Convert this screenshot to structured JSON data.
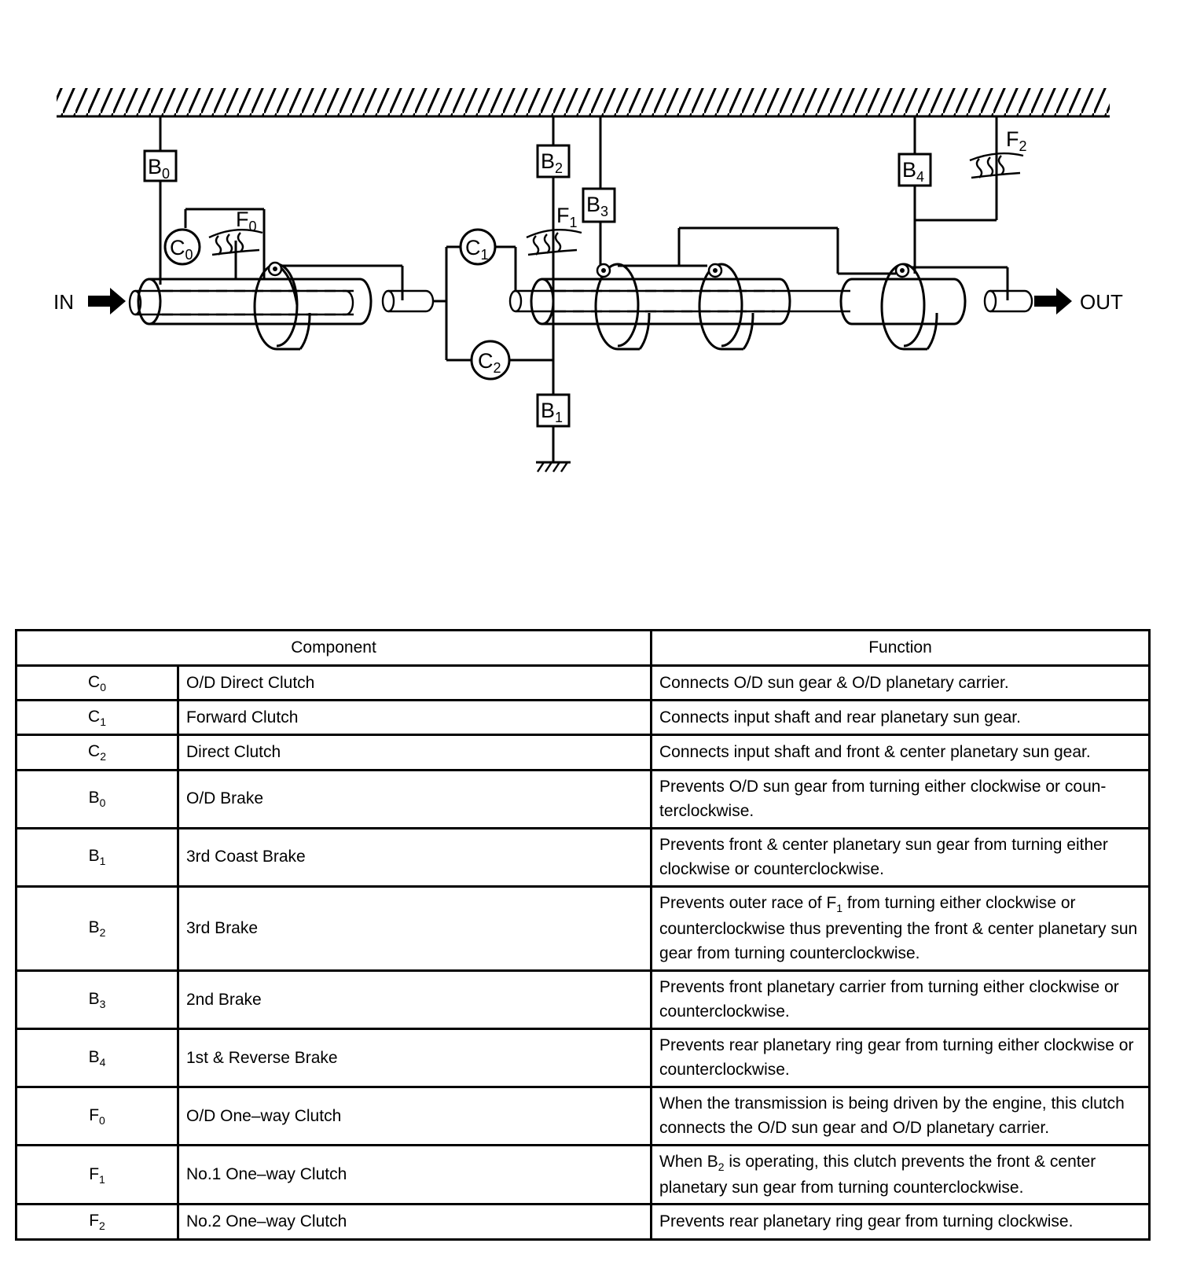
{
  "diagram": {
    "input_label": "IN",
    "output_label": "OUT",
    "components": [
      {
        "id": "B0",
        "letter": "B",
        "sub": "0"
      },
      {
        "id": "B1",
        "letter": "B",
        "sub": "1"
      },
      {
        "id": "B2",
        "letter": "B",
        "sub": "2"
      },
      {
        "id": "B3",
        "letter": "B",
        "sub": "3"
      },
      {
        "id": "B4",
        "letter": "B",
        "sub": "4"
      },
      {
        "id": "C0",
        "letter": "C",
        "sub": "0"
      },
      {
        "id": "C1",
        "letter": "C",
        "sub": "1"
      },
      {
        "id": "C2",
        "letter": "C",
        "sub": "2"
      },
      {
        "id": "F0",
        "letter": "F",
        "sub": "0"
      },
      {
        "id": "F1",
        "letter": "F",
        "sub": "1"
      },
      {
        "id": "F2",
        "letter": "F",
        "sub": "2"
      }
    ]
  },
  "table": {
    "headers": {
      "component": "Component",
      "function": "Function"
    },
    "rows": [
      {
        "sym": "C",
        "sub": "0",
        "name": "O/D Direct Clutch",
        "fn": "Connects O/D sun gear & O/D planetary carrier."
      },
      {
        "sym": "C",
        "sub": "1",
        "name": "Forward Clutch",
        "fn": "Connects input shaft and rear planetary sun gear."
      },
      {
        "sym": "C",
        "sub": "2",
        "name": "Direct Clutch",
        "fn": "Connects input shaft and front & center planetary sun gear."
      },
      {
        "sym": "B",
        "sub": "0",
        "name": "O/D Brake",
        "fn": "Prevents O/D sun gear from turning either clockwise or coun-terclockwise."
      },
      {
        "sym": "B",
        "sub": "1",
        "name": "3rd Coast Brake",
        "fn": "Prevents front & center planetary sun gear from turning either clockwise or counterclockwise."
      },
      {
        "sym": "B",
        "sub": "2",
        "name": "3rd Brake",
        "fn_pre": "Prevents outer race of F",
        "fn_sub": "1",
        "fn_post": " from turning either clockwise or counterclockwise thus preventing the front & center planetary sun gear from turning counterclockwise."
      },
      {
        "sym": "B",
        "sub": "3",
        "name": "2nd Brake",
        "fn": "Prevents front planetary carrier from turning either clockwise or counterclockwise."
      },
      {
        "sym": "B",
        "sub": "4",
        "name": "1st & Reverse Brake",
        "fn": "Prevents rear planetary ring gear from turning either clockwise or counterclockwise."
      },
      {
        "sym": "F",
        "sub": "0",
        "name": "O/D One–way Clutch",
        "fn": "When the transmission is being driven by the engine, this clutch connects the O/D sun gear and O/D planetary carrier."
      },
      {
        "sym": "F",
        "sub": "1",
        "name": "No.1 One–way Clutch",
        "fn_pre": "When B",
        "fn_sub": "2",
        "fn_post": " is operating, this clutch prevents the front & center planetary sun gear from turning counterclockwise."
      },
      {
        "sym": "F",
        "sub": "2",
        "name": "No.2 One–way Clutch",
        "fn": "Prevents rear planetary ring gear from turning clockwise."
      }
    ]
  }
}
